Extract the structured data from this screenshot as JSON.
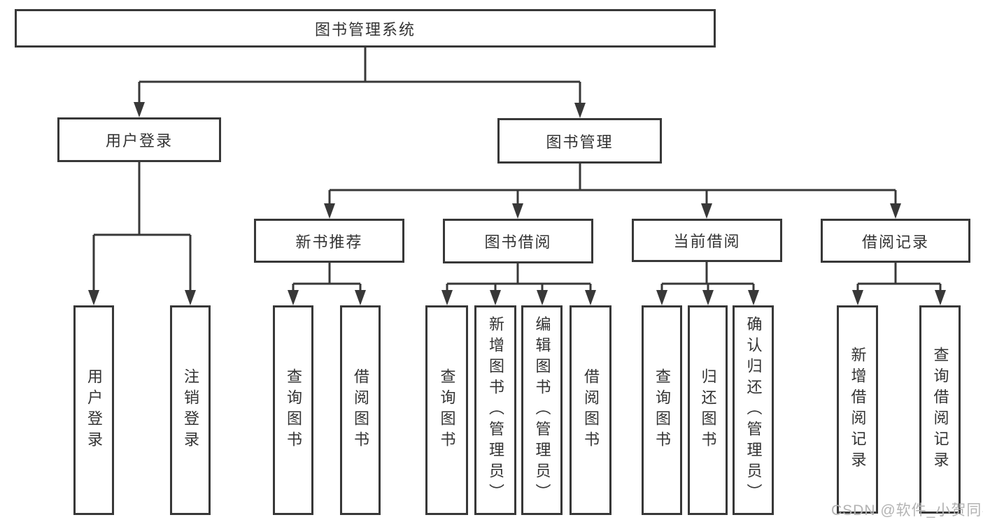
{
  "colors": {
    "line": "#383838",
    "text": "#333333",
    "watermark": "#b3b3b3",
    "background": "#ffffff"
  },
  "watermark": "CSDN @软件_小贺同学",
  "tree": {
    "root": {
      "label": "图书管理系统"
    },
    "branches": [
      {
        "label": "用户登录",
        "children": [
          {
            "label": "用户登录"
          },
          {
            "label": "注销登录"
          }
        ]
      },
      {
        "label": "图书管理",
        "children": [
          {
            "label": "新书推荐",
            "children": [
              {
                "label": "查询图书"
              },
              {
                "label": "借阅图书"
              }
            ]
          },
          {
            "label": "图书借阅",
            "children": [
              {
                "label": "查询图书"
              },
              {
                "label": "新增图书（管理员）"
              },
              {
                "label": "编辑图书（管理员）"
              },
              {
                "label": "借阅图书"
              }
            ]
          },
          {
            "label": "当前借阅",
            "children": [
              {
                "label": "查询图书"
              },
              {
                "label": "归还图书"
              },
              {
                "label": "确认归还（管理员）"
              }
            ]
          },
          {
            "label": "借阅记录",
            "children": [
              {
                "label": "新增借阅记录"
              },
              {
                "label": "查询借阅记录"
              }
            ]
          }
        ]
      }
    ]
  }
}
